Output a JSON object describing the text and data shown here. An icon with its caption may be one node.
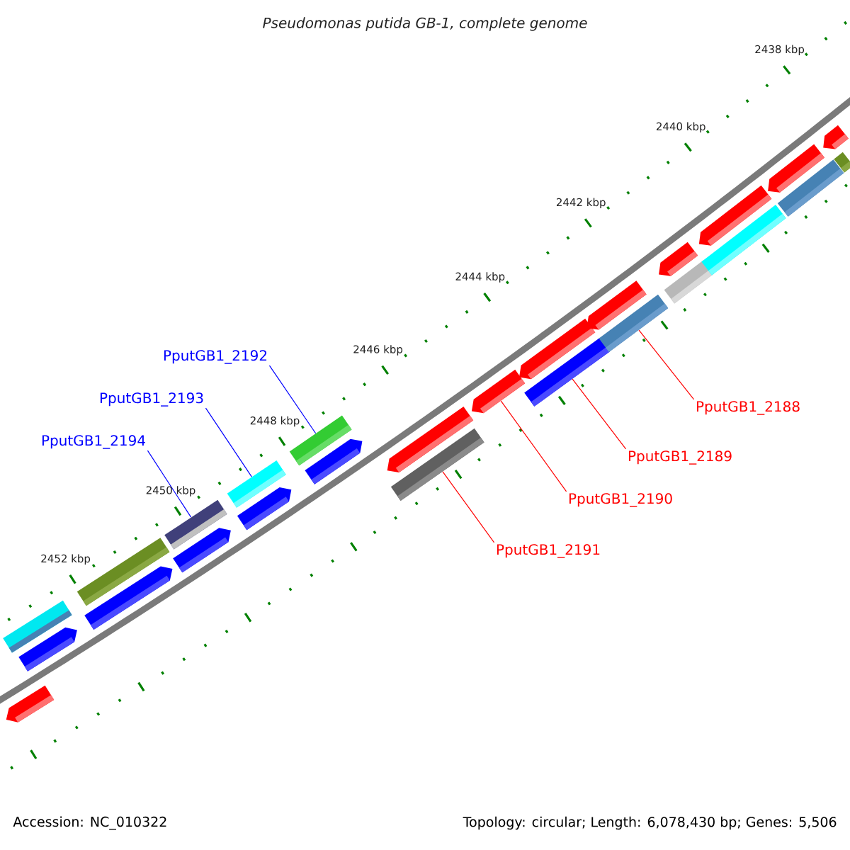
{
  "diagram": {
    "title": "Pseudomonas putida GB-1, complete genome",
    "nodes": [
      {
        "text": [
          "PputGB1_2192"
        ]
      },
      {
        "text": [
          "PputGB1_2193"
        ]
      },
      {
        "text": [
          "PputGB1_2188"
        ]
      },
      {
        "text": [
          "PputGB1_2194"
        ]
      },
      {
        "text": [
          "PputGB1_2189"
        ]
      },
      {
        "text": [
          "PputGB1_2190"
        ]
      },
      {
        "text": [
          "PputGB1_2191"
        ]
      },
      {
        "text": [],
        "shape": "bar"
      },
      {
        "text": [],
        "shape": "bar"
      },
      {
        "text": [],
        "shape": "bar"
      },
      {
        "text": [],
        "shape": "bar"
      },
      {
        "text": [],
        "shape": "bar"
      },
      {
        "text": [],
        "shape": "bar"
      },
      {
        "text": [],
        "shape": "bar"
      },
      {
        "text": [],
        "shape": "bar"
      },
      {
        "text": [],
        "shape": "bar"
      },
      {
        "text": [],
        "shape": "bar"
      },
      {
        "text": [],
        "shape": "bar"
      },
      {
        "text": [],
        "shape": "bar"
      },
      {
        "text": [],
        "shape": "bar"
      },
      {
        "text": [],
        "shape": "bar"
      },
      {
        "text": [],
        "shape": "bar"
      },
      {
        "text": [],
        "shape": "bar"
      },
      {
        "text": [],
        "shape": "bar"
      },
      {
        "text": [],
        "shape": "bar"
      },
      {
        "text": [],
        "shape": "bar"
      },
      {
        "text": [],
        "shape": "bar"
      },
      {
        "text": [],
        "shape": "bar"
      },
      {
        "text": [],
        "shape": "bar"
      },
      {
        "text": [],
        "shape": "bar"
      },
      {
        "text": [],
        "shape": "bar"
      },
      {
        "text": [],
        "shape": "bar"
      },
      {
        "text": [],
        "shape": "bar"
      }
    ],
    "edges": [
      {
        "from": 0,
        "to": 16,
        "arrow": "none",
        "color": "#0000ff"
      },
      {
        "from": 1,
        "to": 14,
        "arrow": "none",
        "color": "#0000ff"
      },
      {
        "from": 2,
        "to": 24,
        "arrow": "none",
        "color": "#ff0000"
      },
      {
        "from": 3,
        "to": 12,
        "arrow": "none",
        "color": "#0000ff"
      },
      {
        "from": 4,
        "to": 22,
        "arrow": "none",
        "color": "#ff0000"
      },
      {
        "from": 5,
        "to": 20,
        "arrow": "none",
        "color": "#ff0000"
      },
      {
        "from": 6,
        "to": 19,
        "arrow": "none",
        "color": "#ff0000"
      }
    ],
    "labels": [
      "2438 kbp",
      "2440 kbp",
      "2442 kbp",
      "2444 kbp",
      "2446 kbp",
      "2448 kbp",
      "2450 kbp",
      "2452 kbp",
      "Accession: NC_010322",
      "Topology: circular; Length: 6,078,430 bp; Genes: 5,506"
    ]
  }
}
